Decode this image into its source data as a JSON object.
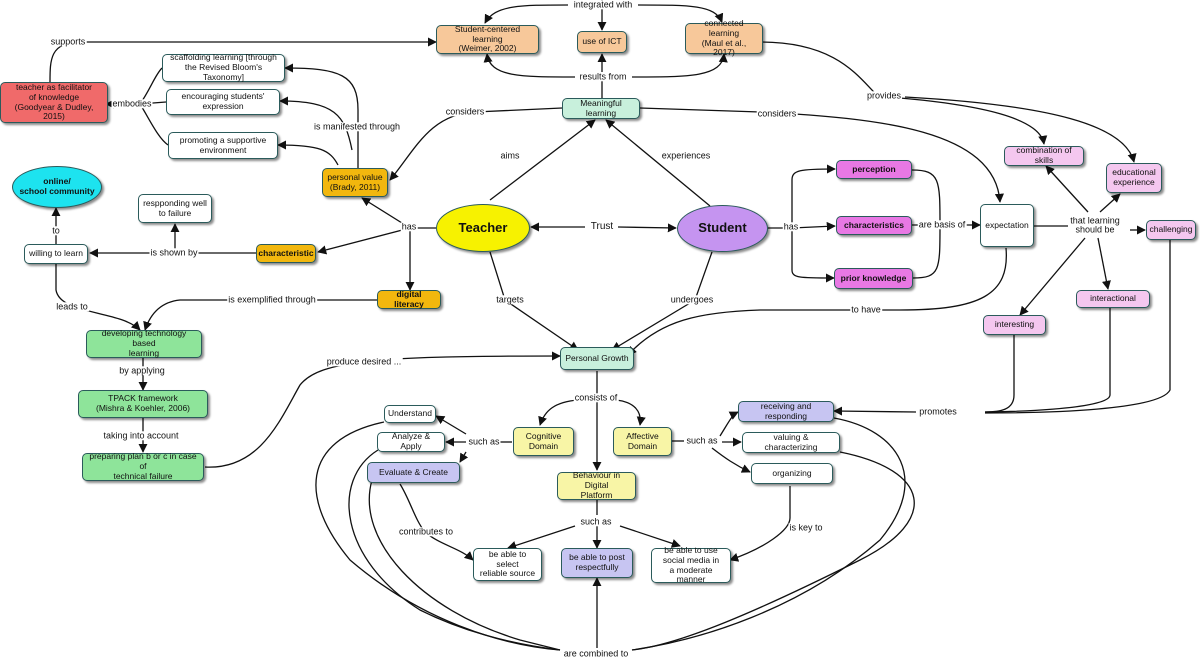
{
  "nodes": {
    "meaningful_learning": "Meaningful learning",
    "student_centered": "Student-centered learning\n(Weimer, 2002)",
    "use_of_ict": "use of ICT",
    "connected_learning": "connected learning\n(Maul et al., 2017)",
    "teacher_facilitator": "teacher as facilitator\nof knowledge\n(Goodyear & Dudley, 2015)",
    "scaffolding": "scaffolding learning [through\nthe Revised Bloom's Taxonomy]",
    "encouraging": "encouraging students'\nexpression",
    "promoting_supportive": "promoting a supportive\nenvironment",
    "personal_value": "personal value\n(Brady, 2011)",
    "online_community": "online/\nschool community",
    "responding_failure": "respponding well\nto failure",
    "willing_to_learn": "willing to learn",
    "characteristic": "characteristic",
    "teacher": "Teacher",
    "student": "Student",
    "digital_literacy": "digital literacy",
    "perception": "perception",
    "characteristics": "characteristics",
    "prior_knowledge": "prior knowledge",
    "expectation": "expectation",
    "combination_of_skills": "combination of skills",
    "educational_experience": "educational\nexperience",
    "challenging": "challenging",
    "interesting": "interesting",
    "interactional": "interactional",
    "developing_tech": "developing technology based\nlearning",
    "tpack": "TPACK framework\n(Mishra & Koehler, 2006)",
    "preparing_plan": "preparing plan b or c in case of\ntechnical failure",
    "personal_growth": "Personal Growth",
    "understand": "Understand",
    "analyze_apply": "Analyze & Apply",
    "evaluate_create": "Evaluate & Create",
    "cognitive_domain": "Cognitive\nDomain",
    "affective_domain": "Affective\nDomain",
    "receiving_responding": "receiving and responding",
    "valuing_characterizing": "valuing & characterizing",
    "organizing": "organizing",
    "behaviour_digital": "Behaviour in Digital\nPlatform",
    "select_reliable": "be able to select\nreliable source",
    "post_respectfully": "be able to post\nrespectfully",
    "social_media": "be able to use\nsocial media in\na moderate manner"
  },
  "labels": {
    "integrated_with": "integrated with",
    "results_from": "results from",
    "supports": "supports",
    "embodies": "embodies",
    "is_manifested_through": "is manifested through",
    "considers_left": "considers",
    "considers_right": "considers",
    "provides": "provides",
    "aims": "aims",
    "experiences": "experiences",
    "trust": "Trust",
    "has_teacher": "has",
    "has_student": "has",
    "are_basis_of": "are basis of",
    "that_learning": "that learning\nshould be",
    "to": "to",
    "is_shown_by": "is shown by",
    "is_exemplified_through": "is exemplified through",
    "leads_to": "leads to",
    "by_applying": "by applying",
    "taking_into_account": "taking into account",
    "produce_desired": "produce desired ...",
    "targets": "targets",
    "undergoes": "undergoes",
    "to_have": "to have",
    "consists_of": "consists of",
    "such_as_cognitive": "such as",
    "such_as_affective": "such as",
    "such_as_behaviour": "such as",
    "promotes": "promotes",
    "contributes_to": "contributes to",
    "is_key_to": "is key to",
    "are_combined_to": "are combined to"
  },
  "colors": {
    "line": "#111111",
    "border": "#2b5b5b",
    "teal": "#c8f0dc",
    "peach": "#f7c89a",
    "red": "#f06a6a",
    "gold": "#f2b70e",
    "cyan": "#1de3ef",
    "yellow": "#f8f5a6",
    "lavender": "#c7c5f2",
    "pink": "#f4c7ef",
    "magenta": "#e878e4",
    "green": "#8ee49a",
    "purple": "#c594f0",
    "teacher": "#f7f200"
  }
}
